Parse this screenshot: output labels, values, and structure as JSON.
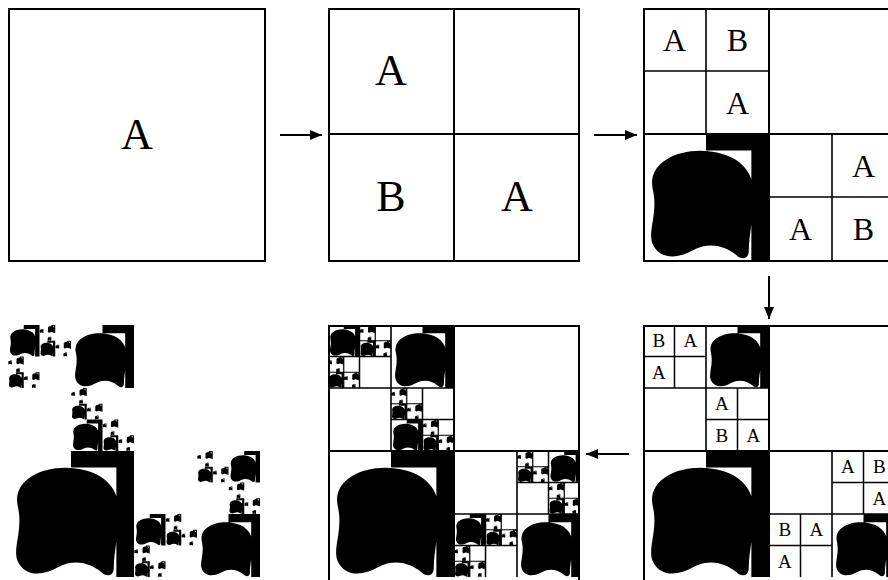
{
  "diagram": {
    "nodes": [
      {
        "text": [
          "A"
        ]
      },
      {
        "text": []
      },
      {
        "text": [
          "A"
        ],
        "in": 1
      },
      {
        "text": [
          "B"
        ],
        "in": 1
      },
      {
        "text": [
          "A"
        ],
        "in": 1
      },
      {
        "text": []
      },
      {
        "text": [
          "A"
        ],
        "in": 5
      },
      {
        "text": [
          "B"
        ],
        "in": 5
      },
      {
        "text": [
          "A"
        ],
        "in": 5
      },
      {
        "text": [
          "A"
        ],
        "in": 5
      },
      {
        "text": [
          "A"
        ],
        "in": 5
      },
      {
        "text": [
          "B"
        ],
        "in": 5
      },
      {
        "text": []
      },
      {
        "text": []
      },
      {
        "text": [
          "B"
        ],
        "in": 13
      },
      {
        "text": [
          "A"
        ],
        "in": 13
      },
      {
        "text": [
          "A"
        ],
        "in": 13
      },
      {
        "text": [
          "A"
        ],
        "in": 13
      },
      {
        "text": [
          "B"
        ],
        "in": 13
      },
      {
        "text": [
          "A"
        ],
        "in": 13
      },
      {
        "text": [
          "A"
        ],
        "in": 13
      },
      {
        "text": [
          "B"
        ],
        "in": 13
      },
      {
        "text": [
          "A"
        ],
        "in": 13
      },
      {
        "text": [
          "B"
        ],
        "in": 13
      },
      {
        "text": [
          "A"
        ],
        "in": 13
      },
      {
        "text": [
          "A"
        ],
        "in": 13
      }
    ],
    "edges": [
      {
        "from": 0,
        "to": 1,
        "arrow": "to"
      },
      {
        "from": 1,
        "to": 5,
        "arrow": "to"
      },
      {
        "from": 5,
        "to": 13,
        "arrow": "to"
      },
      {
        "from": 13,
        "to": 12,
        "arrow": "to"
      }
    ]
  }
}
